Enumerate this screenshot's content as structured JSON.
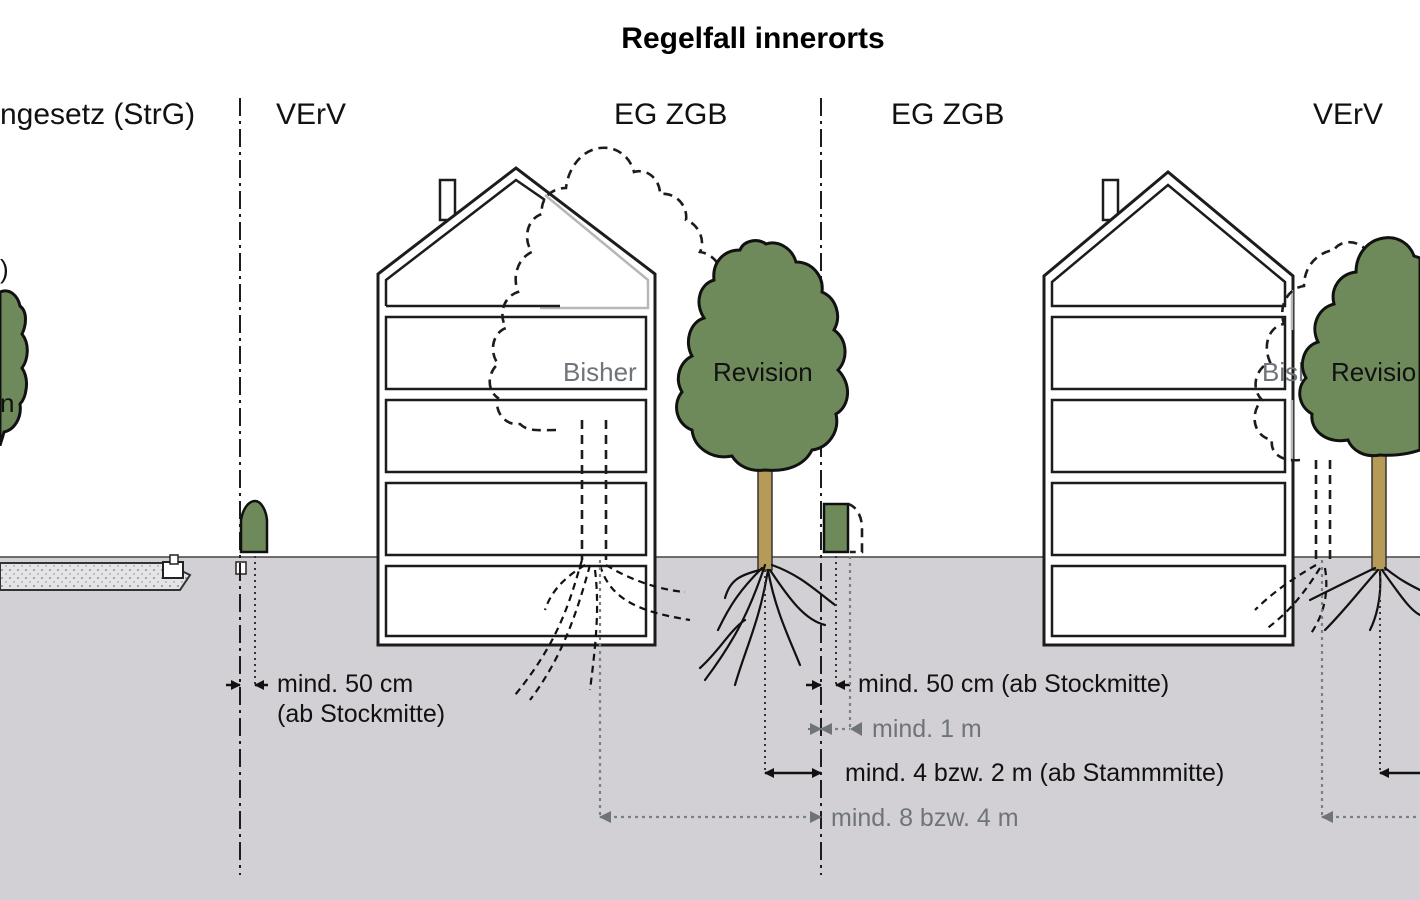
{
  "title": "Regelfall innerorts",
  "headers": {
    "strassengesetz": "ngesetz (StrG)",
    "verv_left": "VErV",
    "eg_zgb_left": "EG ZGB",
    "eg_zgb_right": "EG ZGB",
    "verv_right": "VErV"
  },
  "tree_labels": {
    "bisher_main": "Bisher",
    "revision_main": "Revision",
    "bisher_right": "Bish",
    "revision_right": "Revisio",
    "left_fragment": "n",
    "left_fragment_top": ")"
  },
  "measurements": {
    "hedge_line1": "mind. 50 cm",
    "hedge_line2": "(ab Stockmitte)",
    "hedge_right": "mind. 50 cm (ab Stockmitte)",
    "min_1m": "mind. 1 m",
    "min_4_2m": "mind. 4 bzw. 2 m (ab Stammmitte)",
    "min_8_4m": "mind. 8 bzw. 4 m"
  },
  "colors": {
    "ground": "#d2d0d4",
    "tree_crown": "#6e8a5a",
    "trunk": "#b59a58",
    "grey_text": "#6f737a"
  }
}
